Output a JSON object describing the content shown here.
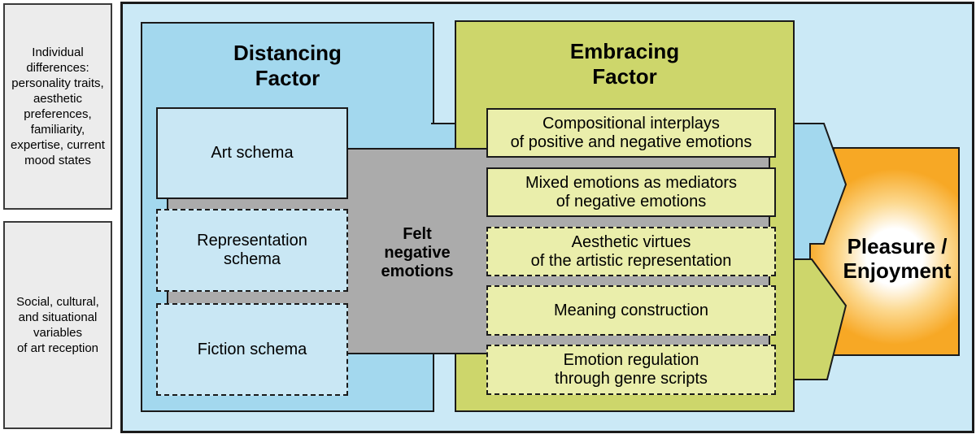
{
  "colors": {
    "background_blue": "#cbe9f6",
    "distancing_blue": "#a3d8ee",
    "blue_subbox": "#c9e7f4",
    "embracing_olive": "#cdd66b",
    "olive_subbox": "#eaeeab",
    "gray_mediator": "#ababab",
    "outcome_orange": "#f7a825",
    "glow_white": "#ffffff",
    "side_panel_gray": "#ececec",
    "border": "#1a1a1a"
  },
  "left_panel": {
    "individual_differences": "Individual\ndifferences:\npersonality traits,\naesthetic\npreferences,\nfamiliarity,\nexpertise, current\nmood states",
    "social_cultural": "Social, cultural,\nand situational\nvariables\nof art reception"
  },
  "diagram": {
    "distancing": {
      "title": "Distancing\nFactor",
      "items": {
        "art_schema": "Art schema",
        "representation_schema": "Representation\nschema",
        "fiction_schema": "Fiction schema"
      }
    },
    "embracing": {
      "title": "Embracing\nFactor",
      "items": {
        "compositional": "Compositional interplays\nof positive and negative emotions",
        "mixed": "Mixed emotions as mediators\nof negative emotions",
        "aesthetic": "Aesthetic virtues\nof the artistic representation",
        "meaning": "Meaning construction",
        "emotion_regulation": "Emotion regulation\nthrough genre scripts"
      }
    },
    "center": {
      "felt_negative": "Felt\nnegative\nemotions"
    },
    "outcome": {
      "pleasure": "Pleasure /\nEnjoyment"
    }
  }
}
